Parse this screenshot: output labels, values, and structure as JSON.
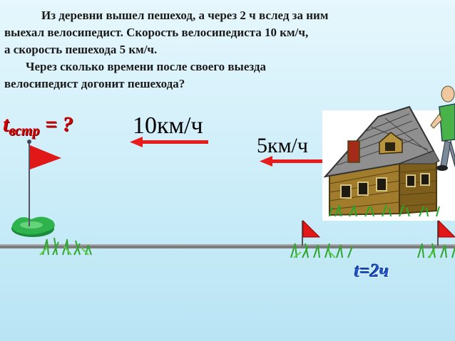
{
  "problem": {
    "line1": "Из деревни вышел пешеход, а через 2 ч вслед за ним",
    "line2": "выехал велосипедист. Скорость велосипедиста 10 км/ч,",
    "line3": "а скорость пешехода 5 км/ч.",
    "line4": "Через сколько времени после своего выезда",
    "line5": "велосипедист догонит пешехода?"
  },
  "labels": {
    "t_main": "t",
    "t_sub": "встр",
    "t_rest": " = ?",
    "bike_speed": "10км/ч",
    "walk_speed": "5км/ч",
    "time_given": "t=2ч"
  },
  "colors": {
    "arrow": "#e81c1c",
    "road": "#7a7a7a",
    "flag": "#e01818",
    "grass": "#2fae2f",
    "house_wall": "#9a7a2a",
    "roof": "#8c8c8c"
  }
}
